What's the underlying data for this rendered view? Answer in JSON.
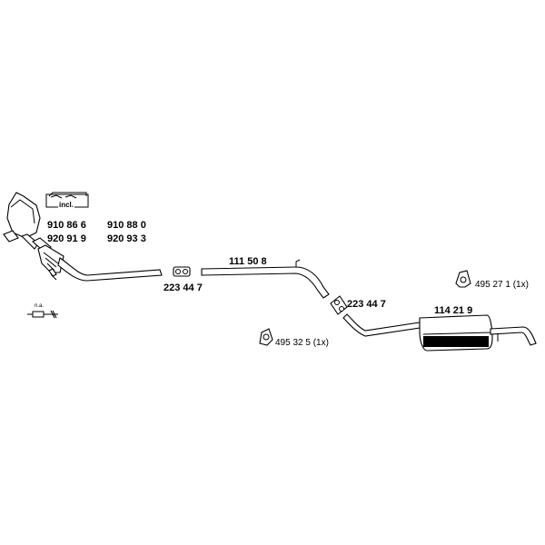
{
  "labels": {
    "cat_a": "910 86 6",
    "cat_b": "910 88 0",
    "cat_c": "920 91 9",
    "cat_d": "920 93 3",
    "incl": "incl.",
    "clamp_1": "223 44 7",
    "pipe_mid": "111 50 8",
    "clamp_2": "223 44 7",
    "muffler": "114 21 9",
    "hanger_1": "495 27 1 (1x)",
    "hanger_2": "495 32 5 (1x)",
    "na": "n.a."
  }
}
